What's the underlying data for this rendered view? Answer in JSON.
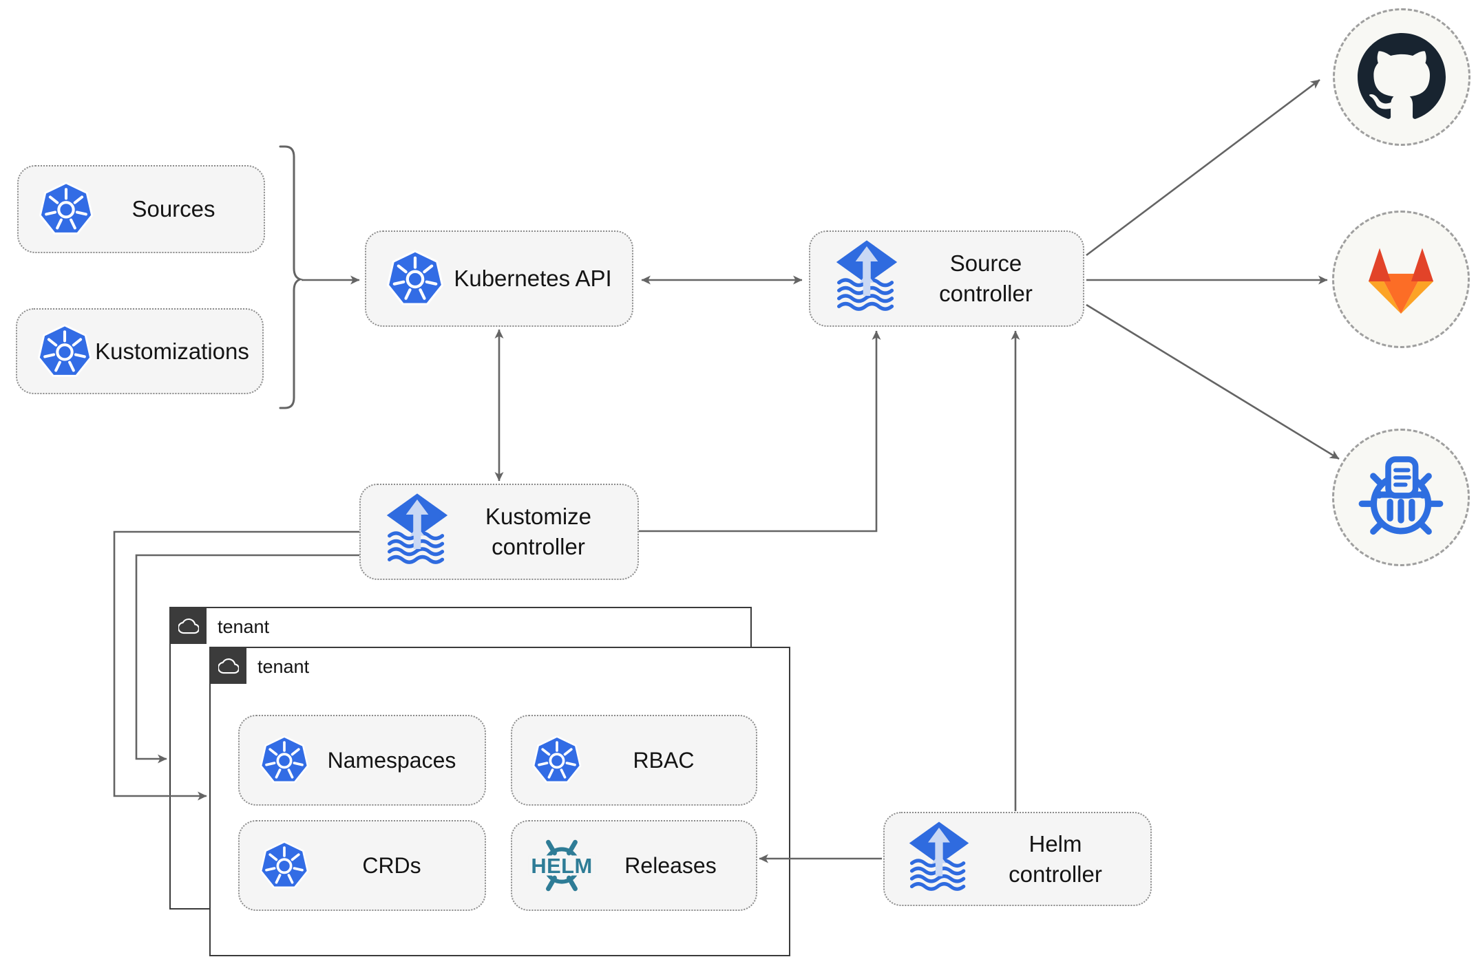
{
  "colors": {
    "kubernetes_blue": "#326CE5",
    "flux_blue": "#2F6BDF",
    "flux_light": "#C9D8F4",
    "helm_teal": "#2E7C96",
    "github_dark": "#182430",
    "gitlab_red": "#E24329",
    "gitlab_orange": "#FC6D26",
    "gitlab_amber": "#FCA326",
    "chartmuseum_blue": "#2E6EE0",
    "connector_gray": "#646464",
    "node_fill": "#F5F5F5",
    "tenant_header_bg": "#3B3B3B"
  },
  "icons": {
    "kubernetes": "kubernetes-wheel-icon",
    "flux": "flux-gitops-diamond-icon",
    "helm": "helm-ship-wheel-icon",
    "github": "github-octocat-icon",
    "gitlab": "gitlab-tanuki-icon",
    "chartmuseum": "chartmuseum-wheel-icon",
    "cloud": "cloud-icon"
  },
  "nodes": {
    "sources": {
      "label": "Sources"
    },
    "kustomizations": {
      "label": "Kustomizations"
    },
    "kubernetes_api": {
      "label": "Kubernetes API"
    },
    "source_controller": {
      "label": "Source controller"
    },
    "kustomize_controller": {
      "label": "Kustomize controller"
    },
    "helm_controller": {
      "label": "Helm controller"
    },
    "tenant_back": {
      "label": "tenant"
    },
    "tenant_front": {
      "label": "tenant"
    },
    "namespaces": {
      "label": "Namespaces"
    },
    "rbac": {
      "label": "RBAC"
    },
    "crds": {
      "label": "CRDs"
    },
    "releases": {
      "label": "Releases"
    }
  },
  "helm_logo_text": "HELM"
}
